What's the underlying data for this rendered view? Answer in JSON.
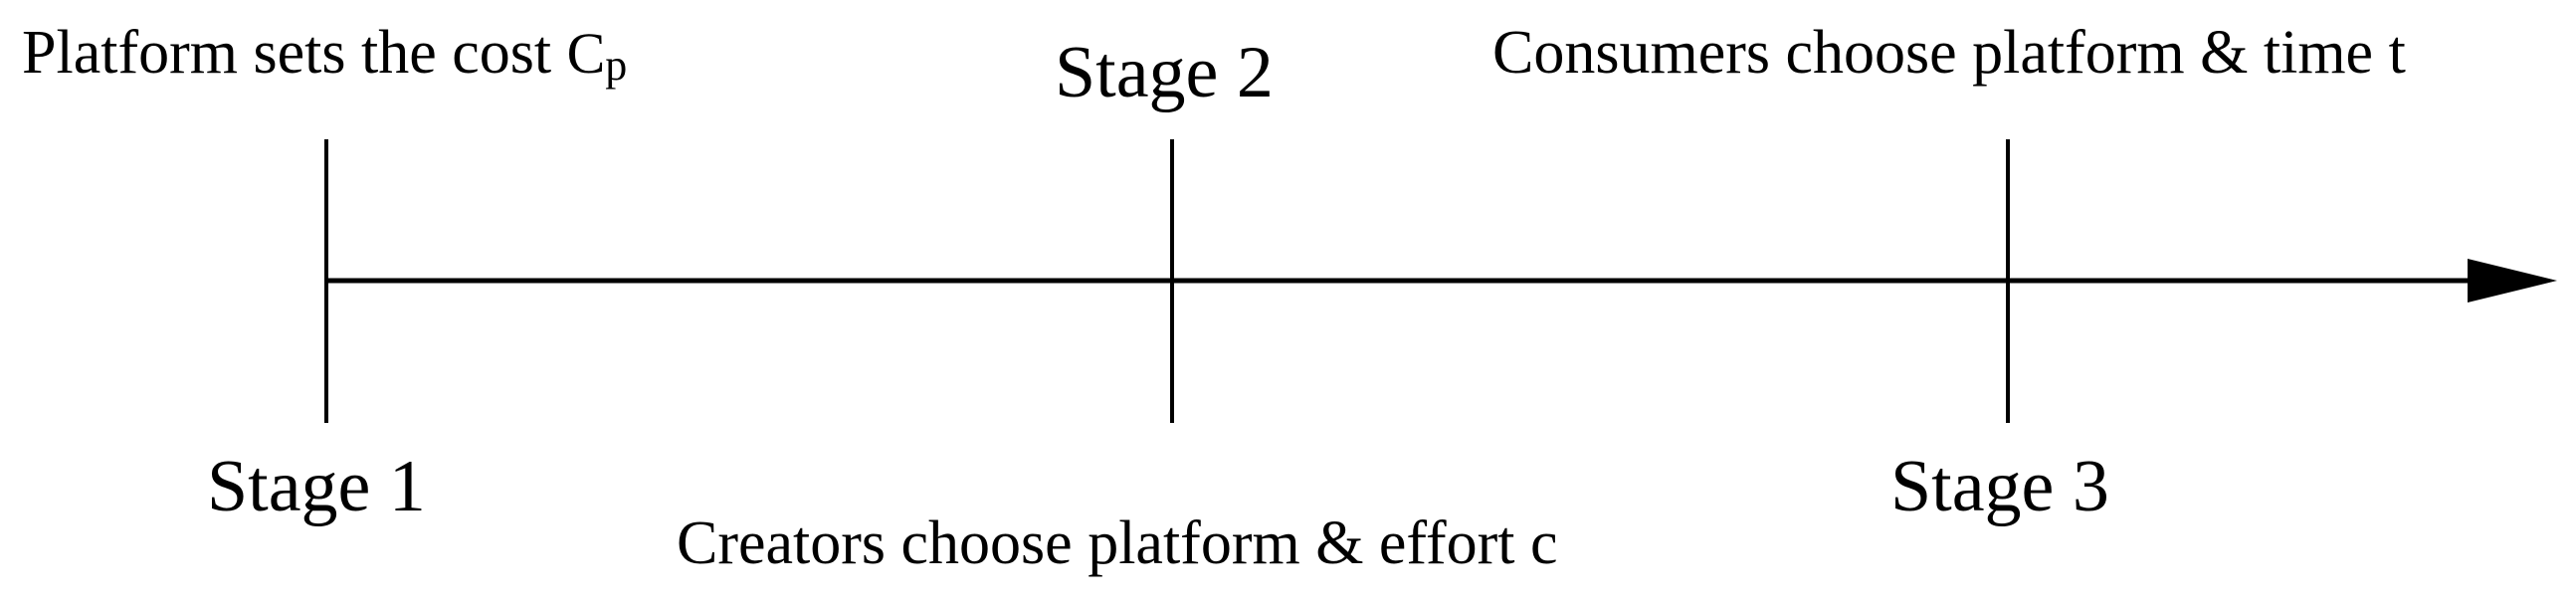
{
  "stages": [
    {
      "label": "Stage 1",
      "event_text": "Platform sets the cost ",
      "event_symbol": "C",
      "event_subscript": "p"
    },
    {
      "label": "Stage 2",
      "event_text": "Creators choose platform & effort c"
    },
    {
      "label": "Stage 3",
      "event_text": "Consumers choose platform & time t"
    }
  ],
  "colors": {
    "line": "#000000",
    "background": "#ffffff"
  }
}
